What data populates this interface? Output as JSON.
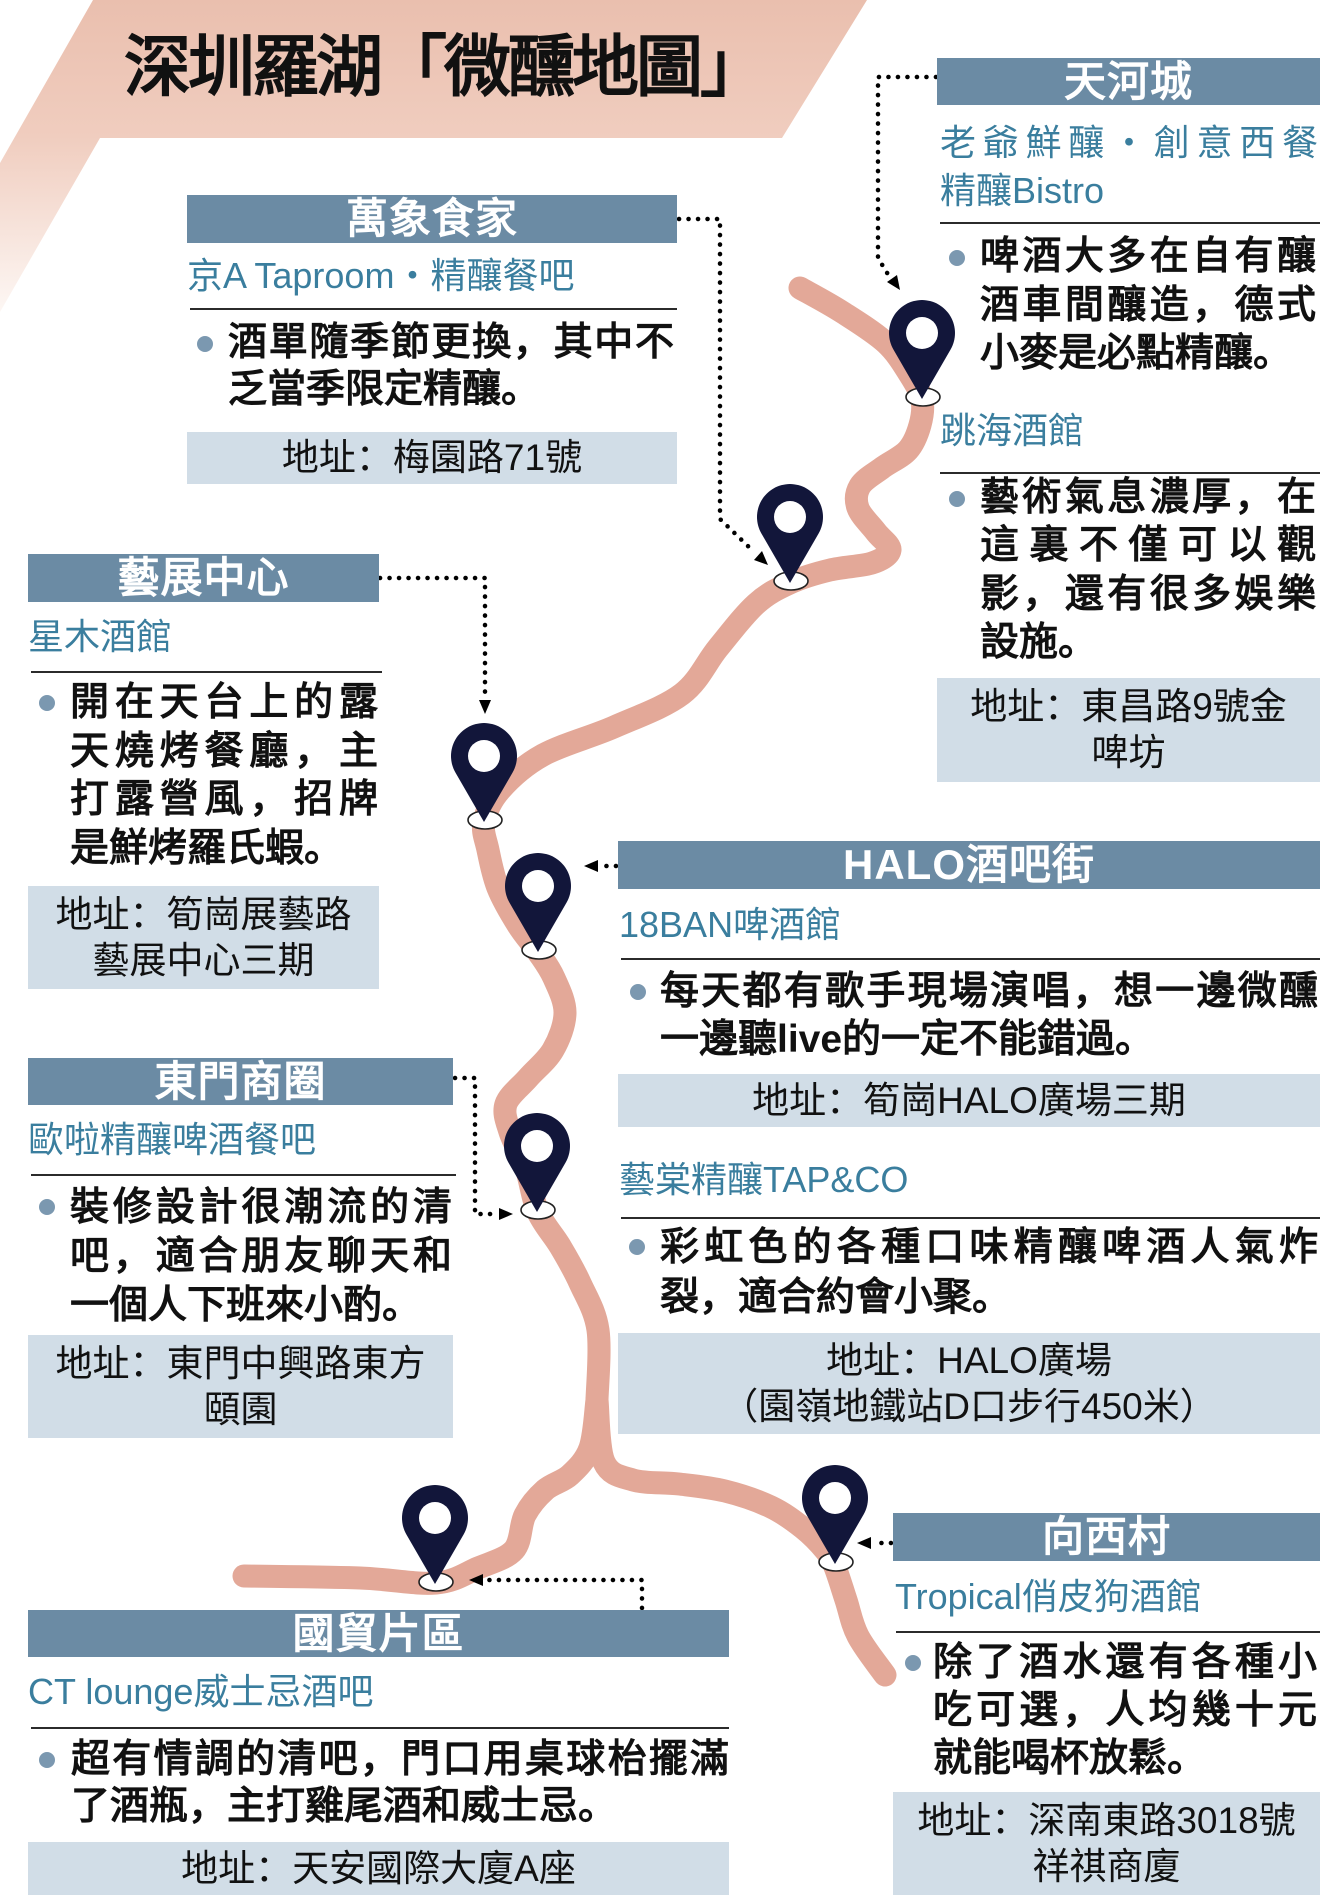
{
  "title": "深圳羅湖「微醺地圖」",
  "colors": {
    "title_band": "#ebc2b1",
    "header_bg": "#6b8ba4",
    "address_bg": "#d1dde7",
    "venue_name": "#3a7e9e",
    "bullet_dot": "#7b98b0",
    "route": "#e3a898",
    "pin": "#12163a",
    "text": "#111111"
  },
  "areas": {
    "tianhe": {
      "name": "天河城",
      "venues": [
        {
          "name_lines": [
            "老爺鮮釀・創意西餐",
            "精釀Bistro"
          ],
          "desc_lines": [
            "啤酒大多在自有釀",
            "酒車間釀造，德式",
            "小麥是必點精釀。"
          ]
        },
        {
          "name_lines": [
            "跳海酒館"
          ],
          "desc_lines": [
            "藝術氣息濃厚，在",
            "這裏不僅可以觀",
            "影，還有很多娛樂",
            "設施。"
          ],
          "address_lines": [
            "地址：東昌路9號金",
            "啤坊"
          ]
        }
      ]
    },
    "mixc": {
      "name": "萬象食家",
      "venues": [
        {
          "name_lines": [
            "京A Taproom・精釀餐吧"
          ],
          "desc_lines": [
            "酒單隨季節更換，其中不",
            "乏當季限定精釀。"
          ],
          "address_lines": [
            "地址：梅園路71號"
          ]
        }
      ]
    },
    "art_center": {
      "name": "藝展中心",
      "venues": [
        {
          "name_lines": [
            "星木酒館"
          ],
          "desc_lines": [
            "開在天台上的露",
            "天燒烤餐廳，主",
            "打露營風，招牌",
            "是鮮烤羅氏蝦。"
          ],
          "address_lines": [
            "地址：筍崗展藝路",
            "藝展中心三期"
          ]
        }
      ]
    },
    "halo": {
      "name": "HALO酒吧街",
      "venues": [
        {
          "name_lines": [
            "18BAN啤酒館"
          ],
          "desc_lines": [
            "每天都有歌手現場演唱，想一邊微醺",
            "一邊聽live的一定不能錯過。"
          ],
          "address_lines": [
            "地址：筍崗HALO廣場三期"
          ]
        },
        {
          "name_lines": [
            "藝棠精釀TAP&CO"
          ],
          "desc_lines": [
            "彩虹色的各種口味精釀啤酒人氣炸",
            "裂，適合約會小聚。"
          ],
          "address_lines": [
            "地址：HALO廣場",
            "（園嶺地鐵站D口步行450米）"
          ]
        }
      ]
    },
    "dongmen": {
      "name": "東門商圈",
      "venues": [
        {
          "name_lines": [
            "歐啦精釀啤酒餐吧"
          ],
          "desc_lines": [
            "裝修設計很潮流的清",
            "吧，適合朋友聊天和",
            "一個人下班來小酌。"
          ],
          "address_lines": [
            "地址：東門中興路東方",
            "頤園"
          ]
        }
      ]
    },
    "xiangxi": {
      "name": "向西村",
      "venues": [
        {
          "name_lines": [
            "Tropical俏皮狗酒館"
          ],
          "desc_lines": [
            "除了酒水還有各種小",
            "吃可選，人均幾十元",
            "就能喝杯放鬆。"
          ],
          "address_lines": [
            "地址：深南東路3018號",
            "祥祺商廈"
          ]
        }
      ]
    },
    "guomao": {
      "name": "國貿片區",
      "venues": [
        {
          "name_lines": [
            "CT lounge威士忌酒吧"
          ],
          "desc_lines": [
            "超有情調的清吧，門口用桌球枱擺滿",
            "了酒瓶，主打雞尾酒和威士忌。"
          ],
          "address_lines": [
            "地址：天安國際大廈A座"
          ]
        }
      ]
    }
  }
}
